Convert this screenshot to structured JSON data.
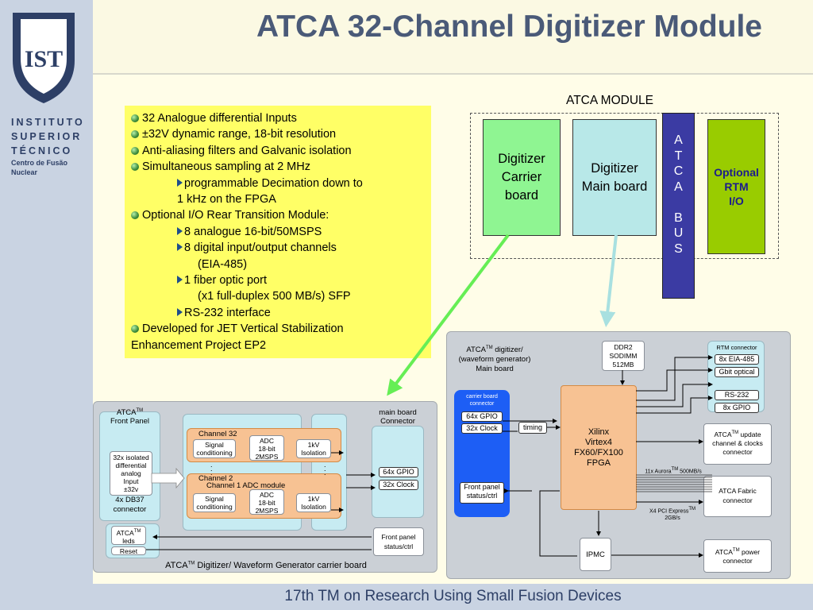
{
  "title": "ATCA 32-Channel Digitizer Module",
  "footer": "17th TM on Research Using Small Fusion Devices",
  "logo": {
    "mark": "IST",
    "institution_lines": [
      "INSTITUTO",
      "SUPERIOR",
      "TÉCNICO"
    ],
    "dept_lines": [
      "Centro de Fusão",
      "Nuclear"
    ]
  },
  "features": [
    {
      "level": 0,
      "text": "32 Analogue differential Inputs"
    },
    {
      "level": 0,
      "text": "±32V dynamic range, 18-bit resolution"
    },
    {
      "level": 0,
      "text": "Anti-aliasing filters and Galvanic isolation"
    },
    {
      "level": 0,
      "text": "Simultaneous sampling at 2 MHz"
    },
    {
      "level": 1,
      "text": "programmable Decimation down to"
    },
    {
      "level": 3,
      "text": "1 kHz on the FPGA"
    },
    {
      "level": 0,
      "text": "Optional I/O Rear Transition Module:"
    },
    {
      "level": 1,
      "text": "8 analogue 16-bit/50MSPS"
    },
    {
      "level": 1,
      "text": "8 digital input/output channels"
    },
    {
      "level": 2,
      "text": "(EIA-485)"
    },
    {
      "level": 1,
      "text": "1 fiber optic port"
    },
    {
      "level": 2,
      "text": "(x1 full-duplex 500 MB/s) SFP"
    },
    {
      "level": 1,
      "text": "RS-232 interface"
    },
    {
      "level": 0,
      "text": "Developed for JET Vertical Stabilization"
    },
    {
      "level": 4,
      "text": "Enhancement Project EP2"
    }
  ],
  "atca_module": {
    "label": "ATCA MODULE",
    "carrier": [
      "Digitizer",
      "Carrier",
      "board"
    ],
    "main": [
      "Digitizer",
      "Main board"
    ],
    "bus": [
      "A",
      "T",
      "C",
      "A",
      "",
      "B",
      "U",
      "S"
    ],
    "rtm": [
      "Optional",
      "RTM",
      "I/O"
    ]
  },
  "digitizer": {
    "title_prefix": "ATCA",
    "title_tm": "TM",
    "title_lines": [
      " digitizer/",
      "(waveform generator)",
      "Main board"
    ],
    "ddr2": [
      "DDR2",
      "SODIMM",
      "512MB"
    ],
    "rtm_connector": "RTM connector",
    "rtm_items": [
      "8x EIA-485",
      "Gbit optical",
      "RS-232",
      "8x GPIO"
    ],
    "carrier_connector": [
      "carrier board",
      "connector"
    ],
    "gpio": "64x GPIO",
    "clock": "32x Clock",
    "timing": "timing",
    "front_panel": [
      "Front panel",
      "status/ctrl"
    ],
    "fpga": [
      "Xilinx",
      "Virtex4",
      "FX60/FX100",
      "FPGA"
    ],
    "update": [
      "update",
      "channel & clocks",
      "connector"
    ],
    "aurora": [
      "11x Aurora",
      " 500MB/s"
    ],
    "pcie": [
      "X4 PCI Express",
      "2GB/s"
    ],
    "fabric": [
      "ATCA Fabric",
      "connector"
    ],
    "ipmc": "IPMC",
    "power": [
      "power",
      "connector"
    ],
    "atca": "ATCA",
    "tm": "TM"
  },
  "carrier": {
    "front_panel_title": [
      "ATCA",
      "Front Panel"
    ],
    "isolated": [
      "32x isolated",
      "differential",
      "analog",
      "Input",
      "±32v"
    ],
    "db37": [
      "4x DB37",
      "connector"
    ],
    "ch32": "Channel 32",
    "ch2": "Channel 2",
    "ch1": "Channel 1 ADC module",
    "signal": [
      "Signal",
      "conditioning"
    ],
    "adc": [
      "ADC",
      "18-bit",
      "2MSPS"
    ],
    "iso": [
      "1kV",
      "Isolation"
    ],
    "main_conn": [
      "main board",
      "Connector"
    ],
    "gpio": "64x GPIO",
    "clock": "32x Clock",
    "front_panel": [
      "Front panel",
      "status/ctrl"
    ],
    "leds": [
      "ATCA",
      "leds"
    ],
    "reset": "Reset",
    "caption_prefix": "ATCA",
    "caption_suffix": " Digitizer/ Waveform Generator carrier board",
    "tm": "TM"
  },
  "colors": {
    "carrier_board": "#8ff592",
    "main_board": "#b8e8e8",
    "atca_bus": "#3b3ba3",
    "rtm": "#99cc00",
    "features_bg": "#ffff66",
    "arrow_green": "#66ee55",
    "arrow_cyan": "#a8e0e0"
  }
}
